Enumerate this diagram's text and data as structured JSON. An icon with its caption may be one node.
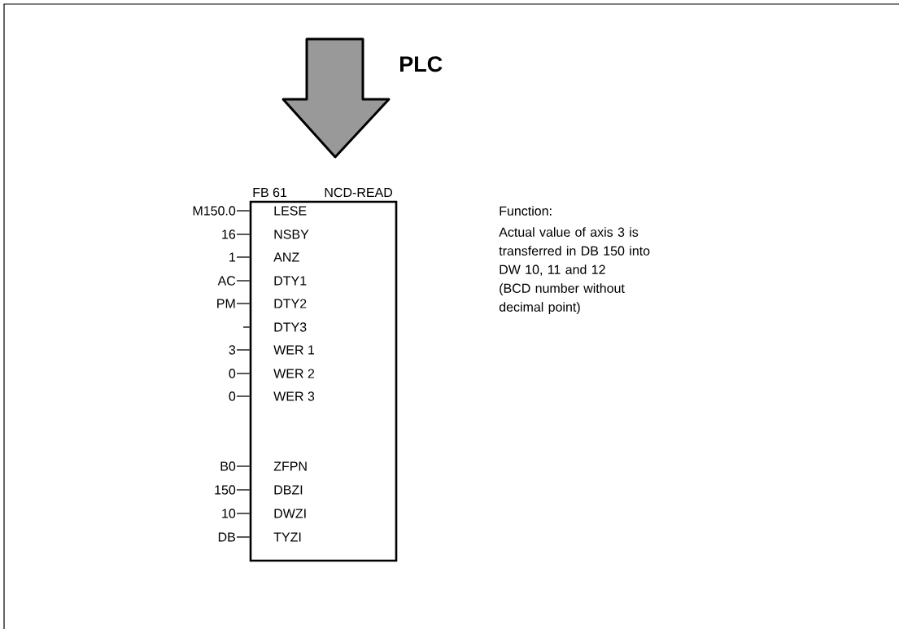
{
  "diagram": {
    "nodes": [
      {
        "text": [
          "FB 61",
          "NCD-READ"
        ]
      },
      {
        "text": [
          "M150.0"
        ]
      },
      {
        "text": [
          "16"
        ]
      },
      {
        "text": [
          "1"
        ]
      },
      {
        "text": [
          "AC"
        ]
      },
      {
        "text": [
          "PM"
        ]
      },
      {
        "text": [
          "3"
        ]
      },
      {
        "text": [
          "0"
        ]
      },
      {
        "text": [
          "0"
        ]
      },
      {
        "text": [
          "B0"
        ]
      },
      {
        "text": [
          "150"
        ]
      },
      {
        "text": [
          "10"
        ]
      },
      {
        "text": [
          "DB"
        ]
      }
    ],
    "edges": [
      {
        "from": 1,
        "to": 0,
        "arrow": "none"
      },
      {
        "from": 2,
        "to": 0,
        "arrow": "none"
      },
      {
        "from": 3,
        "to": 0,
        "arrow": "none"
      },
      {
        "from": 4,
        "to": 0,
        "arrow": "none"
      },
      {
        "from": 5,
        "to": 0,
        "arrow": "none"
      },
      {
        "from": null,
        "to": 0,
        "arrow": "none"
      },
      {
        "from": 6,
        "to": 0,
        "arrow": "none"
      },
      {
        "from": 7,
        "to": 0,
        "arrow": "none"
      },
      {
        "from": 8,
        "to": 0,
        "arrow": "none"
      },
      {
        "from": 9,
        "to": 0,
        "arrow": "none"
      },
      {
        "from": 10,
        "to": 0,
        "arrow": "none"
      },
      {
        "from": 11,
        "to": 0,
        "arrow": "none"
      },
      {
        "from": 12,
        "to": 0,
        "arrow": "none"
      }
    ],
    "labels": [
      "PLC",
      "LESE",
      "NSBY",
      "ANZ",
      "DTY1",
      "DTY2",
      "DTY3",
      "WER 1",
      "WER 2",
      "WER 3",
      "ZFPN",
      "DBZI",
      "DWZI",
      "TYZI",
      "Function:",
      "Actual value of axis 3 is transferred in DB 150 into DW 10, 11 and 12",
      "(BCD number without decimal point)"
    ]
  }
}
